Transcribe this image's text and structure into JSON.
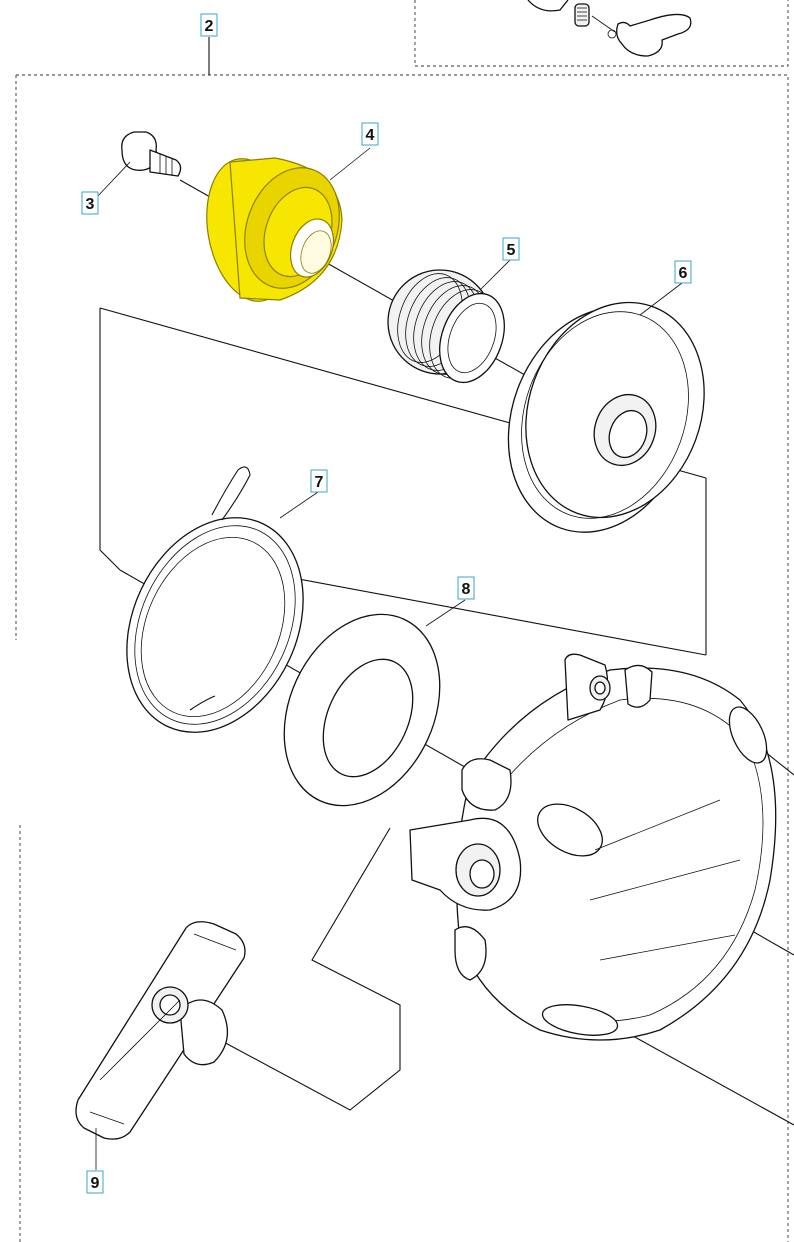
{
  "diagram": {
    "callouts": [
      {
        "id": "2",
        "label": "2",
        "highlighted": false
      },
      {
        "id": "3",
        "label": "3",
        "highlighted": false
      },
      {
        "id": "4",
        "label": "4",
        "highlighted": true
      },
      {
        "id": "5",
        "label": "5",
        "highlighted": false
      },
      {
        "id": "6",
        "label": "6",
        "highlighted": false
      },
      {
        "id": "7",
        "label": "7",
        "highlighted": false
      },
      {
        "id": "8",
        "label": "8",
        "highlighted": false
      },
      {
        "id": "9",
        "label": "9",
        "highlighted": false
      }
    ],
    "colors": {
      "highlight": "#f7e600",
      "callout_border": "#3aa6d0",
      "line": "#111111"
    }
  }
}
